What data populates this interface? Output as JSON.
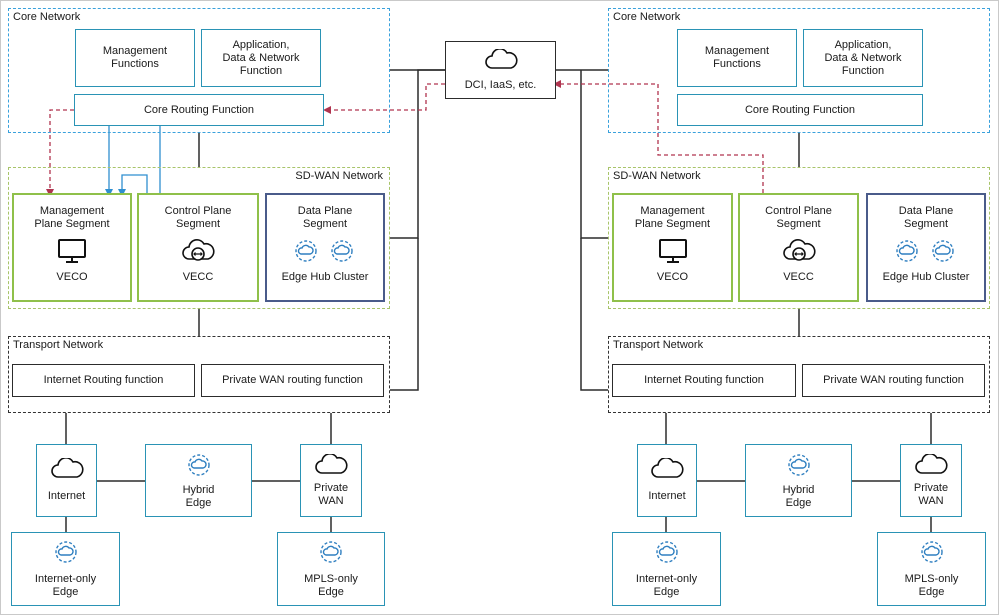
{
  "center": {
    "cloud_label": "DCI, IaaS, etc."
  },
  "left": {
    "core": {
      "title": "Core Network",
      "management": "Management\nFunctions",
      "application": "Application,\nData & Network\nFunction",
      "routing": "Core Routing Function"
    },
    "sdwan": {
      "title": "SD-WAN Network",
      "mgmt_segment": "Management\nPlane Segment",
      "mgmt_sub": "VECO",
      "control_segment": "Control Plane\nSegment",
      "control_sub": "VECC",
      "data_segment": "Data Plane\nSegment",
      "data_sub": "Edge Hub Cluster"
    },
    "transport": {
      "title": "Transport Network",
      "internet_routing": "Internet Routing function",
      "private_routing": "Private WAN routing function"
    },
    "edges": {
      "internet": "Internet",
      "hybrid": "Hybrid\nEdge",
      "private_wan": "Private\nWAN",
      "internet_only": "Internet-only\nEdge",
      "mpls_only": "MPLS-only\nEdge"
    }
  },
  "right": {
    "core": {
      "title": "Core Network",
      "management": "Management\nFunctions",
      "application": "Application,\nData & Network\nFunction",
      "routing": "Core Routing Function"
    },
    "sdwan": {
      "title": "SD-WAN Network",
      "mgmt_segment": "Management\nPlane Segment",
      "mgmt_sub": "VECO",
      "control_segment": "Control Plane\nSegment",
      "control_sub": "VECC",
      "data_segment": "Data Plane\nSegment",
      "data_sub": "Edge Hub Cluster"
    },
    "transport": {
      "title": "Transport Network",
      "internet_routing": "Internet Routing function",
      "private_routing": "Private WAN routing function"
    },
    "edges": {
      "internet": "Internet",
      "hybrid": "Hybrid\nEdge",
      "private_wan": "Private\nWAN",
      "internet_only": "Internet-only\nEdge",
      "mpls_only": "MPLS-only\nEdge"
    }
  },
  "colors": {
    "core_border": "#3aa1dc",
    "sdwan_border": "#a8c46a",
    "teal_box": "#2a93b5",
    "green_box": "#8fc04a",
    "navy_box": "#4a5b8a",
    "mgmt_flow": "#b0344f",
    "control_flow": "#2f8fd0",
    "icon_blue": "#2f7fc0"
  }
}
